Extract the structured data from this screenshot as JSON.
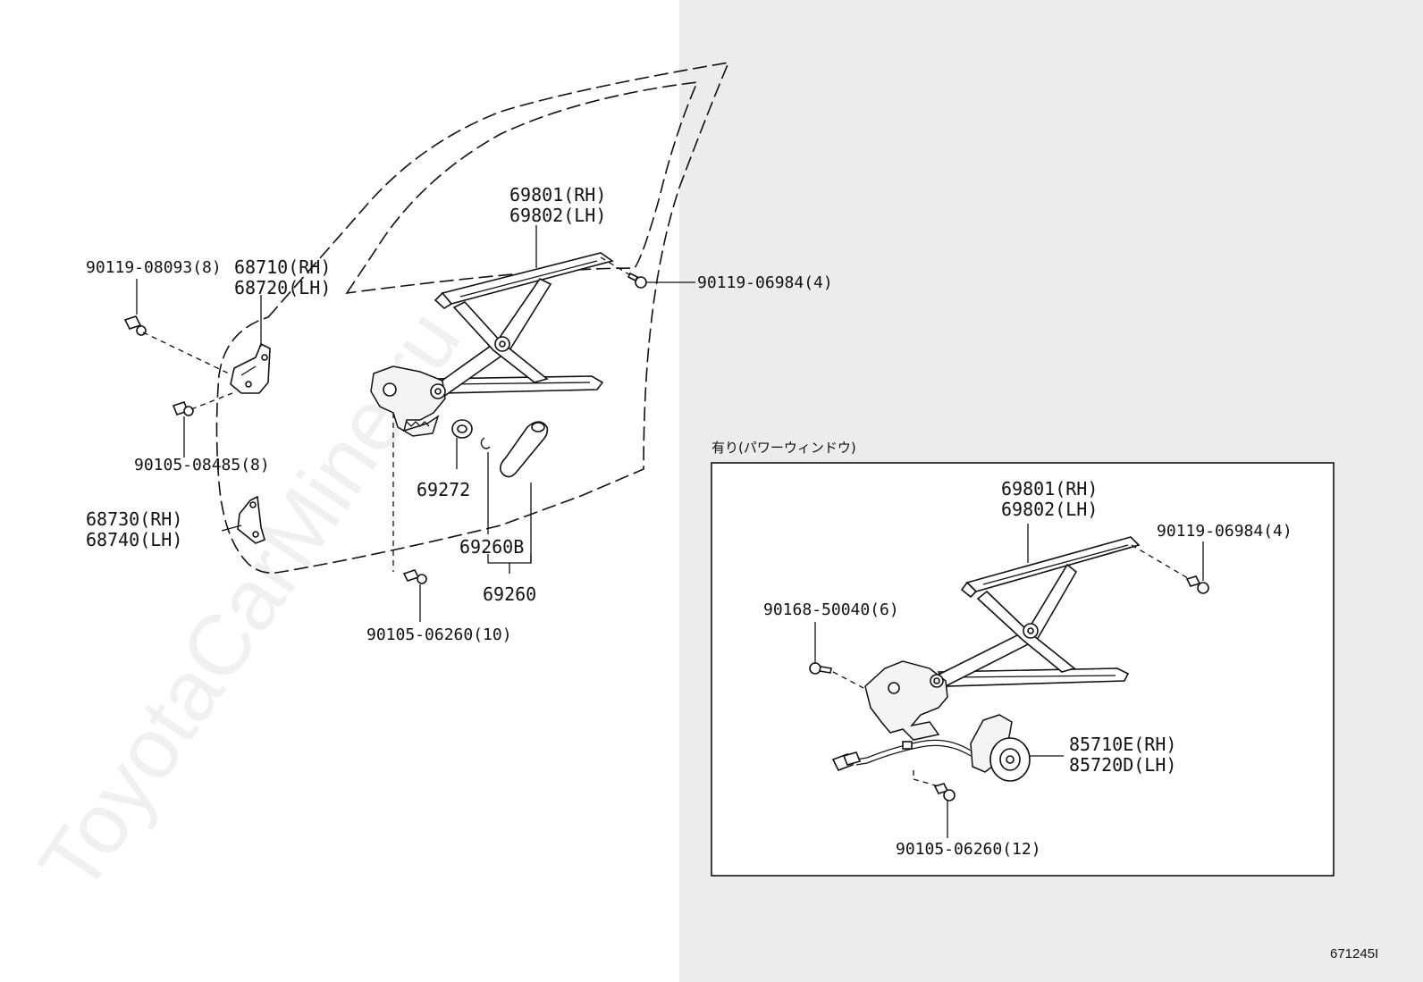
{
  "watermark": "ToyotaCarMine.ru",
  "ref_code": "671245I",
  "inset": {
    "title": "有り(パワーウィンドウ)"
  },
  "labels": {
    "regulator_rh": "69801(RH)",
    "regulator_lh": "69802(LH)",
    "bolt_reg": "90119-06984(4)",
    "bolt_hinge": "90119-08093(8)",
    "hinge_upper_rh": "68710(RH)",
    "hinge_upper_lh": "68720(LH)",
    "bolt_hinge2": "90105-08485(8)",
    "hinge_lower_rh": "68730(RH)",
    "hinge_lower_lh": "68740(LH)",
    "washer": "69272",
    "handle_clip": "69260B",
    "handle_assy": "69260",
    "bolt_lower": "90105-06260(10)",
    "inset_regulator_rh": "69801(RH)",
    "inset_regulator_lh": "69802(LH)",
    "inset_bolt_reg": "90119-06984(4)",
    "inset_screw": "90168-50040(6)",
    "motor_rh": "85710E(RH)",
    "motor_lh": "85720D(LH)",
    "inset_bolt_motor": "90105-06260(12)"
  }
}
